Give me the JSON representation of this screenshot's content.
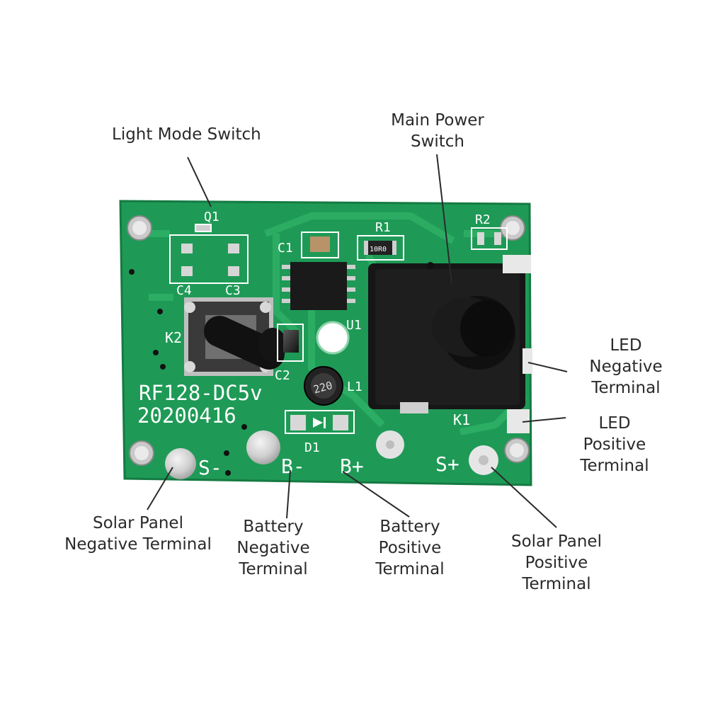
{
  "board": {
    "silkscreen": {
      "q1": "Q1",
      "r1": "R1",
      "r2": "R2",
      "c1": "C1",
      "c2": "C2",
      "c3": "C3",
      "c4": "C4",
      "k1": "K1",
      "k2": "K2",
      "u1": "U1",
      "l1": "L1",
      "d1": "D1",
      "model": "RF128-DC5v",
      "date": "20200416",
      "s_minus": "S-",
      "s_plus": "S+",
      "b_minus": "B-",
      "b_plus": "B+",
      "resistor_code": "10R0",
      "inductor_code": "220"
    },
    "colors": {
      "pcb": "#1e9a56",
      "trace": "#2fb066",
      "pad": "#d9d9d9",
      "switch_body": "#161616"
    }
  },
  "callouts": {
    "light_mode_switch": [
      "Light Mode Switch"
    ],
    "main_power_switch": [
      "Main Power",
      "Switch"
    ],
    "led_negative": [
      "LED",
      "Negative",
      "Terminal"
    ],
    "led_positive": [
      "LED",
      "Positive",
      "Terminal"
    ],
    "solar_negative": [
      "Solar Panel",
      "Negative Terminal"
    ],
    "battery_negative": [
      "Battery",
      "Negative",
      "Terminal"
    ],
    "battery_positive": [
      "Battery",
      "Positive",
      "Terminal"
    ],
    "solar_positive": [
      "Solar Panel",
      "Positive",
      "Terminal"
    ]
  }
}
